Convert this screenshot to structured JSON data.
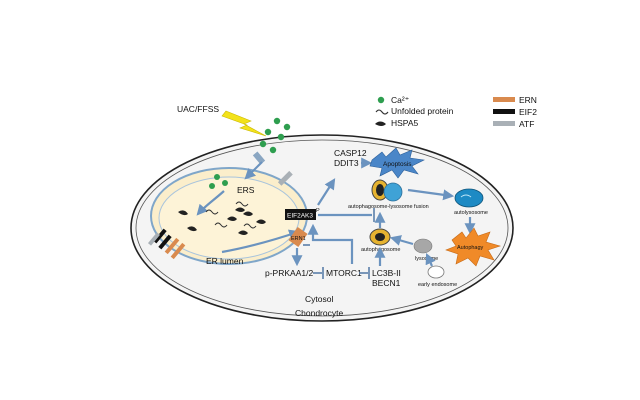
{
  "labels": {
    "stimulus": "UAC/FFSS",
    "ers": "ERS",
    "er_lumen": "ER lumen",
    "cytosol": "Cytosol",
    "cell": "Chondrocyte",
    "casp12": "CASP12",
    "ddit3": "DDIT3",
    "apoptosis": "Apoptosis",
    "autophagosome_lysosome_fusion": "autophagosome-lysosome fusion",
    "autolysosome": "autolysosome",
    "autophagy": "Autophagy",
    "autophagosome": "autophagosome",
    "lysosome": "lysosome",
    "early_endosome": "early endosome",
    "eif2ak3": "EIF2AK3",
    "ern1": "ERN1",
    "p_prkaa": "p-PRKAA1/2",
    "mtorc1": "MTORC1",
    "lc3b": "LC3B-II",
    "becn1": "BECN1"
  },
  "legend": {
    "items": [
      {
        "label": "Ca²⁺",
        "icon": "calcium-dot-icon"
      },
      {
        "label": "Unfolded protein",
        "icon": "unfolded-protein-icon"
      },
      {
        "label": "HSPA5",
        "icon": "hspa5-icon"
      }
    ],
    "bars": [
      {
        "label": "ERN",
        "color": "#d98a4e"
      },
      {
        "label": "EIF2",
        "color": "#111111"
      },
      {
        "label": "ATF",
        "color": "#a9b0b6"
      }
    ]
  },
  "colors": {
    "cell_fill": "#f4f4f4",
    "er_fill": "#fbeecb",
    "arrow": "#6b93bf",
    "calcium": "#2e9e4f",
    "apoptosis": "#4a86c8",
    "autophagy": "#f08a28"
  }
}
